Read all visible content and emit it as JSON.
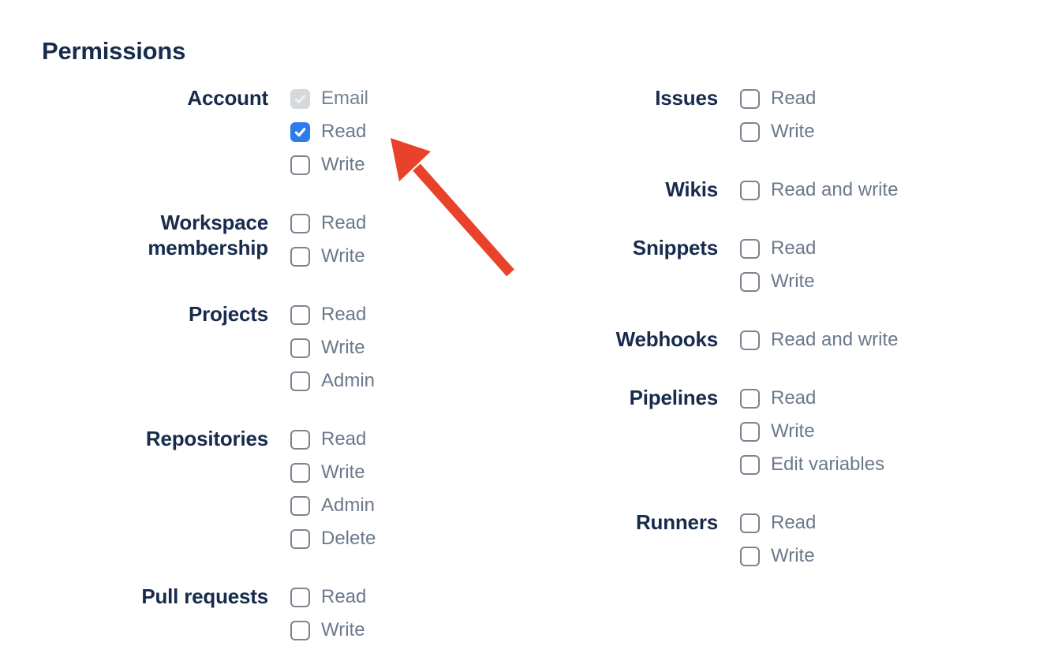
{
  "heading": "Permissions",
  "colors": {
    "heading_text": "#172B4D",
    "group_label_text": "#172B4D",
    "option_label_text": "#6C798C",
    "checkbox_border": "#7C848F",
    "checkbox_checked_bg": "#2E7CEB",
    "checkbox_checked_check": "#FFFFFF",
    "checkbox_disabled_bg": "#D5D8DC",
    "checkbox_disabled_check": "#EEF0F2"
  },
  "arrow": {
    "color": "#E9422B",
    "points_to": "account-read-checkbox"
  },
  "groups_left": [
    {
      "label": "Account",
      "options": [
        {
          "label": "Email",
          "state": "checked-disabled"
        },
        {
          "label": "Read",
          "state": "checked"
        },
        {
          "label": "Write",
          "state": "unchecked"
        }
      ]
    },
    {
      "label": "Workspace membership",
      "options": [
        {
          "label": "Read",
          "state": "unchecked"
        },
        {
          "label": "Write",
          "state": "unchecked"
        }
      ]
    },
    {
      "label": "Projects",
      "options": [
        {
          "label": "Read",
          "state": "unchecked"
        },
        {
          "label": "Write",
          "state": "unchecked"
        },
        {
          "label": "Admin",
          "state": "unchecked"
        }
      ]
    },
    {
      "label": "Repositories",
      "options": [
        {
          "label": "Read",
          "state": "unchecked"
        },
        {
          "label": "Write",
          "state": "unchecked"
        },
        {
          "label": "Admin",
          "state": "unchecked"
        },
        {
          "label": "Delete",
          "state": "unchecked"
        }
      ]
    },
    {
      "label": "Pull requests",
      "options": [
        {
          "label": "Read",
          "state": "unchecked"
        },
        {
          "label": "Write",
          "state": "unchecked"
        }
      ]
    }
  ],
  "groups_right": [
    {
      "label": "Issues",
      "options": [
        {
          "label": "Read",
          "state": "unchecked"
        },
        {
          "label": "Write",
          "state": "unchecked"
        }
      ]
    },
    {
      "label": "Wikis",
      "options": [
        {
          "label": "Read and write",
          "state": "unchecked"
        }
      ]
    },
    {
      "label": "Snippets",
      "options": [
        {
          "label": "Read",
          "state": "unchecked"
        },
        {
          "label": "Write",
          "state": "unchecked"
        }
      ]
    },
    {
      "label": "Webhooks",
      "options": [
        {
          "label": "Read and write",
          "state": "unchecked"
        }
      ]
    },
    {
      "label": "Pipelines",
      "options": [
        {
          "label": "Read",
          "state": "unchecked"
        },
        {
          "label": "Write",
          "state": "unchecked"
        },
        {
          "label": "Edit variables",
          "state": "unchecked"
        }
      ]
    },
    {
      "label": "Runners",
      "options": [
        {
          "label": "Read",
          "state": "unchecked"
        },
        {
          "label": "Write",
          "state": "unchecked"
        }
      ]
    }
  ]
}
